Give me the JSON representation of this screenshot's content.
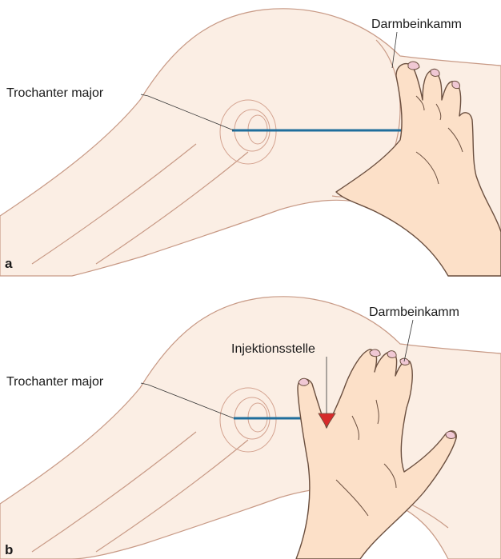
{
  "panels": [
    {
      "letter": "a",
      "labels": {
        "trochanter": "Trochanter major",
        "iliac_crest": "Darmbeinkamm"
      }
    },
    {
      "letter": "b",
      "labels": {
        "trochanter": "Trochanter major",
        "iliac_crest": "Darmbeinkamm",
        "injection_site": "Injektionsstelle"
      }
    }
  ],
  "colors": {
    "reference_line": "#1f6e9c",
    "injection_marker": "#d62a2a",
    "skin": "#fbeee4",
    "hand": "#fce0c8"
  }
}
